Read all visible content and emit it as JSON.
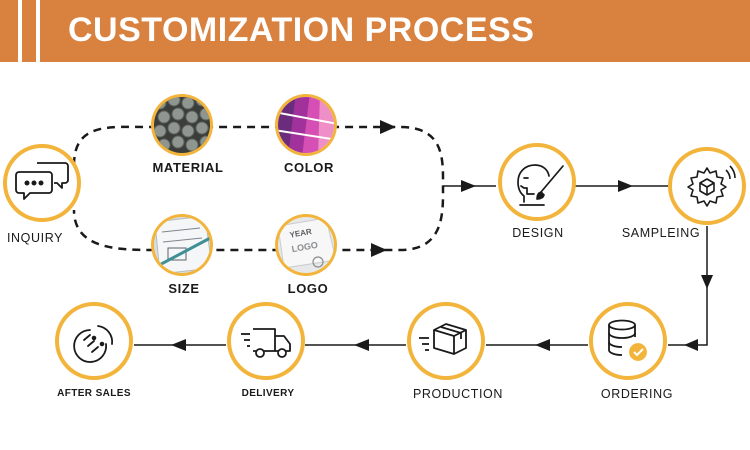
{
  "banner": {
    "title": "CUSTOMIZATION PROCESS"
  },
  "colors": {
    "accent": "#f2b43a",
    "banner": "#d9813f",
    "line": "#1a1a1a"
  },
  "steps": [
    {
      "id": "inquiry",
      "label": "INQUIRY",
      "icon": "chat-bubbles-icon"
    },
    {
      "id": "material",
      "label": "MATERIAL",
      "icon": "metal-bars-photo"
    },
    {
      "id": "color",
      "label": "COLOR",
      "icon": "color-swatch-photo"
    },
    {
      "id": "size",
      "label": "SIZE",
      "icon": "size-drawing-photo"
    },
    {
      "id": "logo",
      "label": "LOGO",
      "icon": "logo-print-photo"
    },
    {
      "id": "design",
      "label": "DESIGN",
      "icon": "design-head-brush-icon"
    },
    {
      "id": "sampleing",
      "label": "SAMPLEING",
      "icon": "gear-cube-icon"
    },
    {
      "id": "ordering",
      "label": "ORDERING",
      "icon": "database-check-icon"
    },
    {
      "id": "production",
      "label": "PRODUCTION",
      "icon": "box-icon"
    },
    {
      "id": "delivery",
      "label": "DELIVERY",
      "icon": "truck-icon"
    },
    {
      "id": "after-sales",
      "label": "AFTER SALES",
      "icon": "handshake-icon"
    }
  ]
}
